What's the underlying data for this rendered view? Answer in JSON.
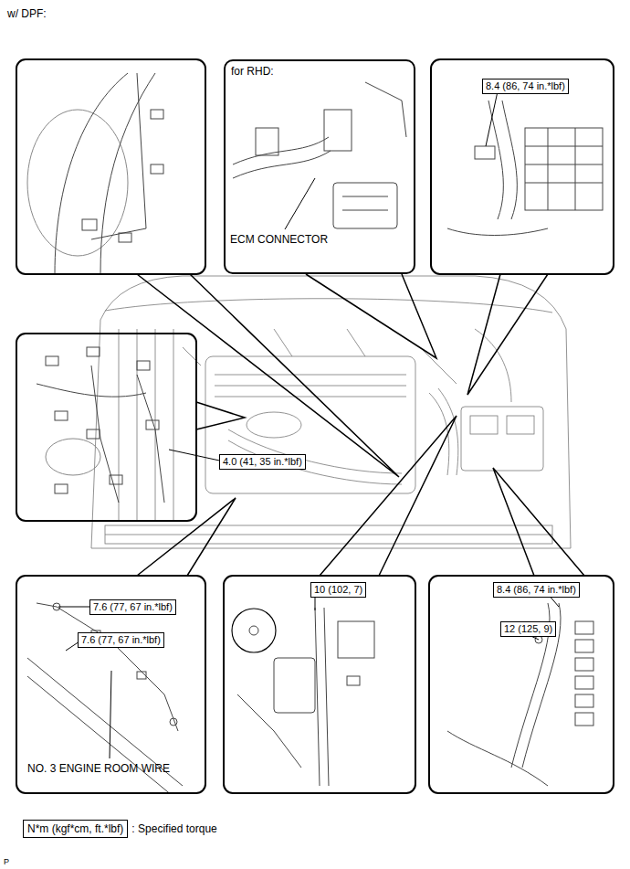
{
  "diagram": {
    "title": "w/ DPF:",
    "nodes": [
      {
        "text": [
          "for RHD:"
        ]
      },
      {
        "text": [
          "8.4 (86, 74 in.*lbf)"
        ]
      },
      {
        "text": [
          "4.0 (41, 35 in.*lbf)"
        ]
      },
      {
        "text": [
          "7.6 (77, 67 in.*lbf)"
        ]
      },
      {
        "text": [
          "7.6 (77, 67 in.*lbf)"
        ]
      },
      {
        "text": [
          "10 (102, 7)"
        ]
      },
      {
        "text": [
          "8.4 (86, 74 in.*lbf)"
        ]
      },
      {
        "text": [
          "12 (125, 9)"
        ]
      }
    ],
    "labels": [
      "ECM CONNECTOR",
      "NO. 3 ENGINE ROOM WIRE",
      "N*m (kgf*cm, ft.*lbf)",
      "P"
    ],
    "legend": [
      {
        "text": ": Specified torque"
      }
    ]
  }
}
